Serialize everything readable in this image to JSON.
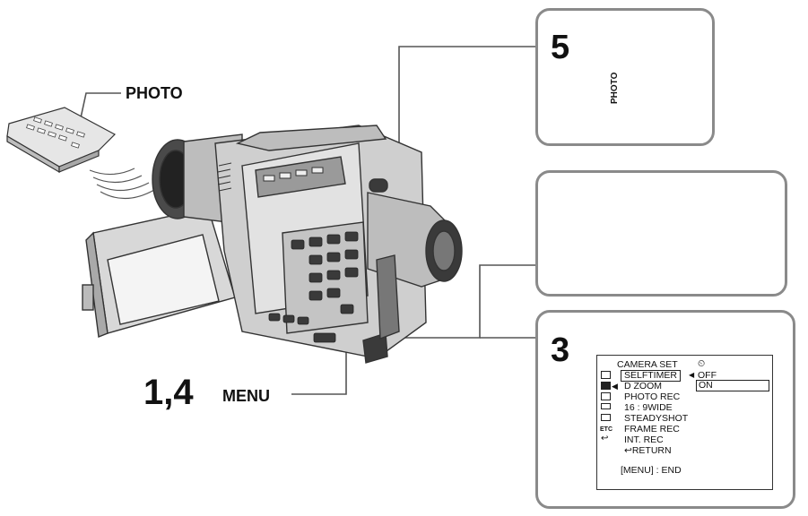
{
  "labels": {
    "photo_callout": "PHOTO",
    "menu_step": "1,4",
    "menu_callout": "MENU",
    "step5": "5",
    "step3": "3",
    "photo_button_text": "PHOTO"
  },
  "menu_screen": {
    "title": "CAMERA SET",
    "timer_symbol": "⏲",
    "items": [
      "SELFTIMER",
      "D ZOOM",
      "PHOTO REC",
      "16 : 9WIDE",
      "STEADYSHOT",
      "FRAME REC",
      "INT. REC",
      "RETURN"
    ],
    "options": [
      "OFF",
      "ON"
    ],
    "footer": "[MENU] : END",
    "icon_etc": "ETC"
  },
  "colors": {
    "panel_border": "#8a8a8a",
    "camera_gray": "#cfcfcf",
    "camera_dark": "#3a3a3a"
  }
}
